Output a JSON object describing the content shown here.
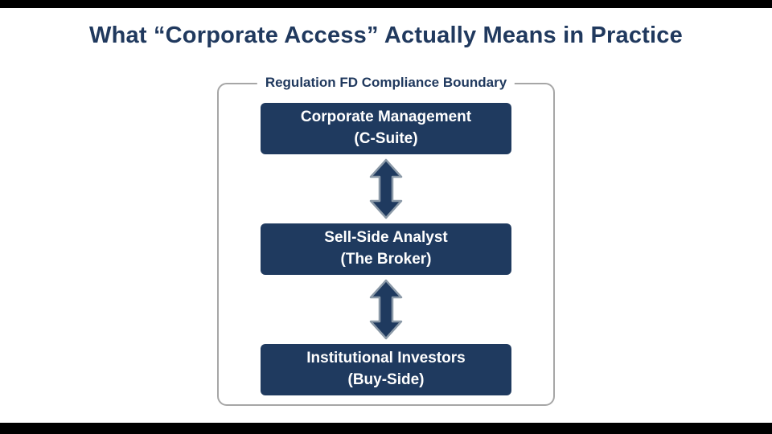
{
  "slide": {
    "title": "What “Corporate Access” Actually Means in Practice"
  },
  "diagram": {
    "boundary_label": "Regulation FD Compliance Boundary",
    "boxes": [
      {
        "line1": "Corporate Management",
        "line2": "(C-Suite)"
      },
      {
        "line1": "Sell-Side Analyst",
        "line2": "(The Broker)"
      },
      {
        "line1": "Institutional Investors",
        "line2": "(Buy-Side)"
      }
    ],
    "arrows": [
      {
        "name": "double-arrow-top",
        "meaning": "two-way flow between corporate management and sell-side analyst"
      },
      {
        "name": "double-arrow-bottom",
        "meaning": "two-way flow between sell-side analyst and institutional investors"
      }
    ]
  },
  "colors": {
    "title_color": "#20395e",
    "box_bg": "#1f3a5f",
    "box_text": "#ffffff",
    "boundary_border": "#a6a6a6",
    "arrow_fill": "#1f3a5f",
    "arrow_outline": "#8c9aa8",
    "letterbox": "#000000"
  }
}
